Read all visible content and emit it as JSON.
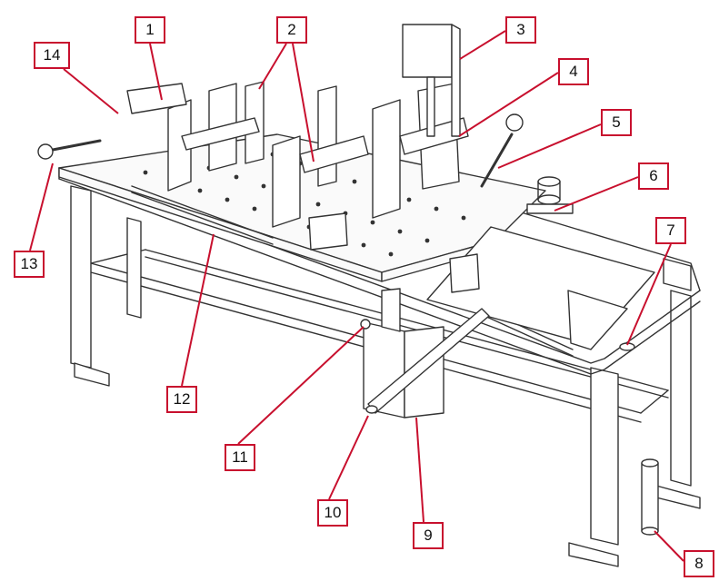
{
  "diagram": {
    "accent_color": "#c8102e",
    "callouts": [
      {
        "id": "1",
        "label": "1"
      },
      {
        "id": "2",
        "label": "2"
      },
      {
        "id": "3",
        "label": "3"
      },
      {
        "id": "4",
        "label": "4"
      },
      {
        "id": "5",
        "label": "5"
      },
      {
        "id": "6",
        "label": "6"
      },
      {
        "id": "7",
        "label": "7"
      },
      {
        "id": "8",
        "label": "8"
      },
      {
        "id": "9",
        "label": "9"
      },
      {
        "id": "10",
        "label": "10"
      },
      {
        "id": "11",
        "label": "11"
      },
      {
        "id": "12",
        "label": "12"
      },
      {
        "id": "13",
        "label": "13"
      },
      {
        "id": "14",
        "label": "14"
      }
    ]
  }
}
